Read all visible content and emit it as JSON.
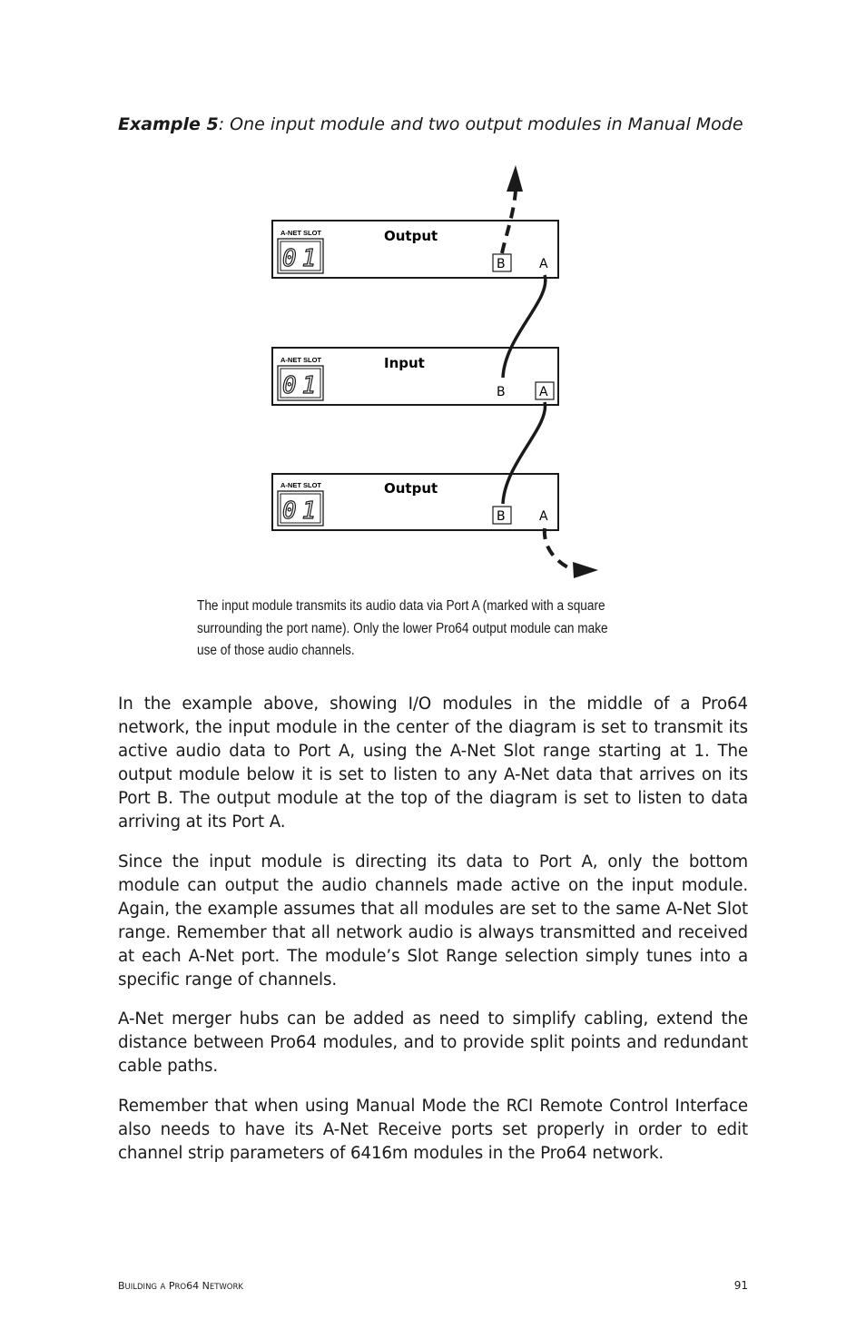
{
  "heading": {
    "bold": "Example 5",
    "rest": ":  One input module and two output modules in Manual Mode"
  },
  "diagram": {
    "modules": [
      {
        "name": "Output",
        "slot_label": "A-NET SLOT",
        "display": "01",
        "port_b": "B",
        "port_a": "A"
      },
      {
        "name": "Input",
        "slot_label": "A-NET SLOT",
        "display": "01",
        "port_b": "B",
        "port_a": "A"
      },
      {
        "name": "Output",
        "slot_label": "A-NET SLOT",
        "display": "01",
        "port_b": "B",
        "port_a": "A"
      }
    ]
  },
  "caption": {
    "line1": "The input module transmits its audio data via Port A (marked with a square",
    "line2": "surrounding the port name). Only the lower Pro64 output module can make",
    "line3": "use of those audio channels."
  },
  "paragraphs": {
    "p1": "In the example above, showing I/O modules in the middle of a Pro64 network, the input module in the center of the diagram is set to transmit its active audio data to Port A, using the A-Net Slot range starting at 1. The output module below it is set to listen to any A-Net data that arrives on its Port B. The output module at the top of the diagram is set to listen to data arriving at its Port A.",
    "p2": "Since the input module is directing its data to Port A, only the bottom module can output the audio channels made active on the input module. Again, the example assumes that all modules are set to the same A-Net Slot range. Remember that all network audio is always transmitted and received at each A-Net port. The module’s Slot Range selection simply tunes into a specific range of channels.",
    "p3": "A-Net merger hubs can be added as need to simplify cabling, extend the distance between Pro64 modules, and to provide split points and redundant cable paths.",
    "p4": "Remember that when using Manual Mode the RCI Remote Control Interface also needs to have its A-Net Receive ports set properly in order to edit channel strip parameters of 6416m modules in the Pro64 network."
  },
  "footer": {
    "b": "B",
    "uilding": "UILDING",
    "a": "A",
    "p": "P",
    "ro": "RO",
    "num": "64",
    "n": "N",
    "etwork": "ETWORK",
    "page_number": "91"
  }
}
